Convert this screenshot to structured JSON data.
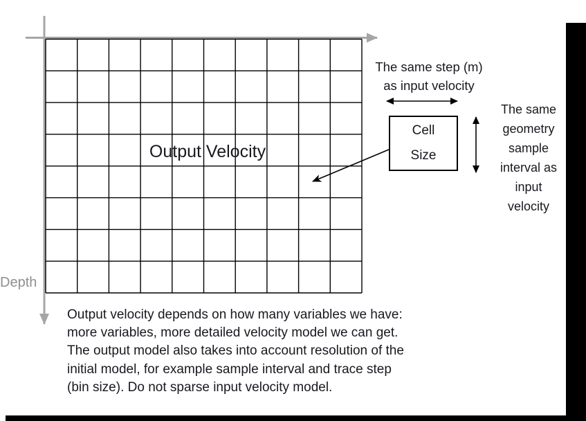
{
  "diagram": {
    "grid": {
      "label": "Output Velocity",
      "columns": 10,
      "rows": 8
    },
    "depth_label": "Depth",
    "step_note": {
      "lines": [
        "The same step (m)",
        "as input velocity"
      ]
    },
    "cell_box": {
      "lines": [
        "Cell",
        "Size"
      ]
    },
    "geometry_note": {
      "lines": [
        "The same",
        "geometry",
        "sample",
        "interval as",
        "input",
        "velocity"
      ]
    },
    "footer": {
      "lines": [
        "Output velocity depends on how many variables we have:",
        "more variables, more detailed velocity model we can get.",
        "The output model also takes into account resolution of the",
        "initial model, for example sample interval and trace step",
        "(bin size). Do not sparse input velocity model."
      ]
    },
    "colors": {
      "axis": "#a6a6a6",
      "grid_line": "#000000",
      "text": "#18181f",
      "depth_text": "#8f8f8f",
      "shadow": "#000000"
    }
  }
}
